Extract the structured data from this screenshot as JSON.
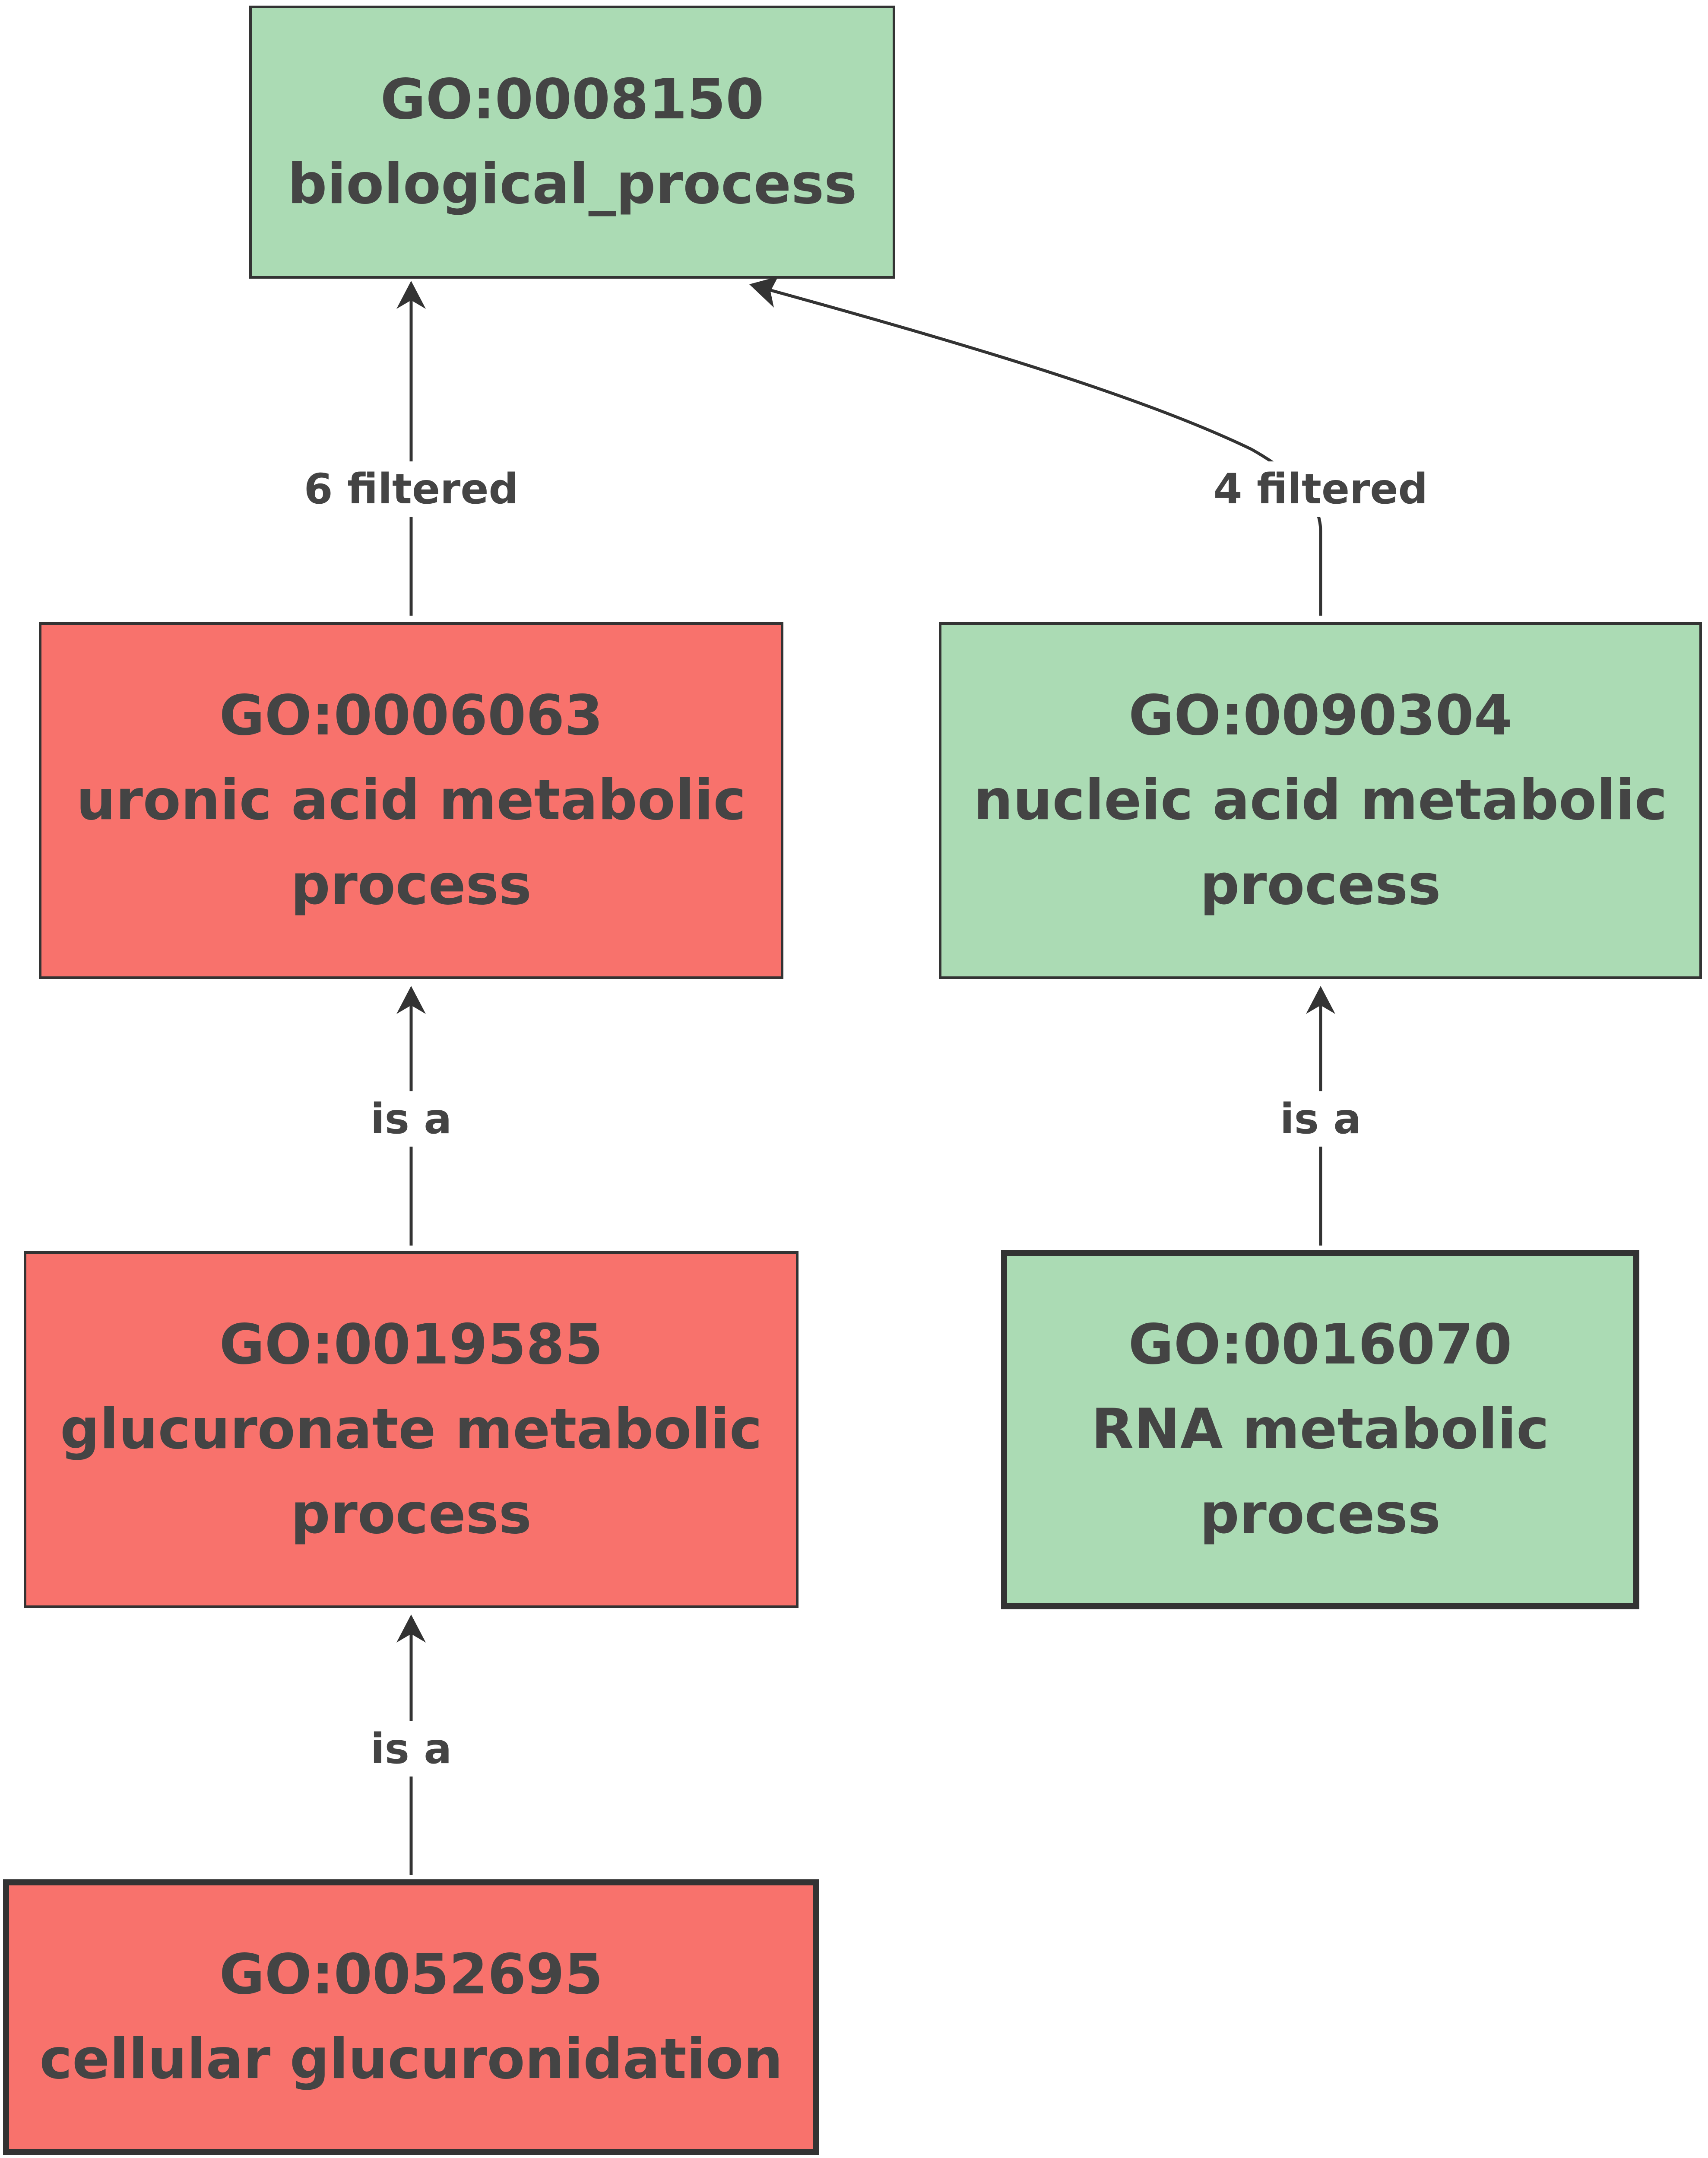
{
  "colors": {
    "green": "#abdbb4",
    "red": "#f8726c",
    "edge": "#333333",
    "text": "#444444"
  },
  "nodes": {
    "go_0008150": {
      "id": "GO:0008150",
      "name": "biological_process"
    },
    "go_0006063": {
      "id": "GO:0006063",
      "name": "uronic acid metabolic process"
    },
    "go_0090304": {
      "id": "GO:0090304",
      "name": "nucleic acid metabolic process"
    },
    "go_0019585": {
      "id": "GO:0019585",
      "name": "glucuronate metabolic process"
    },
    "go_0016070": {
      "id": "GO:0016070",
      "name": "RNA metabolic process"
    },
    "go_0052695": {
      "id": "GO:0052695",
      "name": "cellular glucuronidation"
    }
  },
  "edges": {
    "e1": {
      "label": "6 filtered"
    },
    "e2": {
      "label": "4 filtered"
    },
    "e3": {
      "label": "is a"
    },
    "e4": {
      "label": "is a"
    },
    "e5": {
      "label": "is a"
    }
  }
}
